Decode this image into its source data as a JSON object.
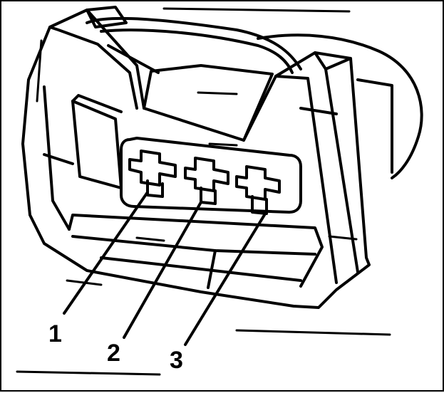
{
  "diagram": {
    "callouts": [
      {
        "label": "1"
      },
      {
        "label": "2"
      },
      {
        "label": "3"
      }
    ]
  }
}
